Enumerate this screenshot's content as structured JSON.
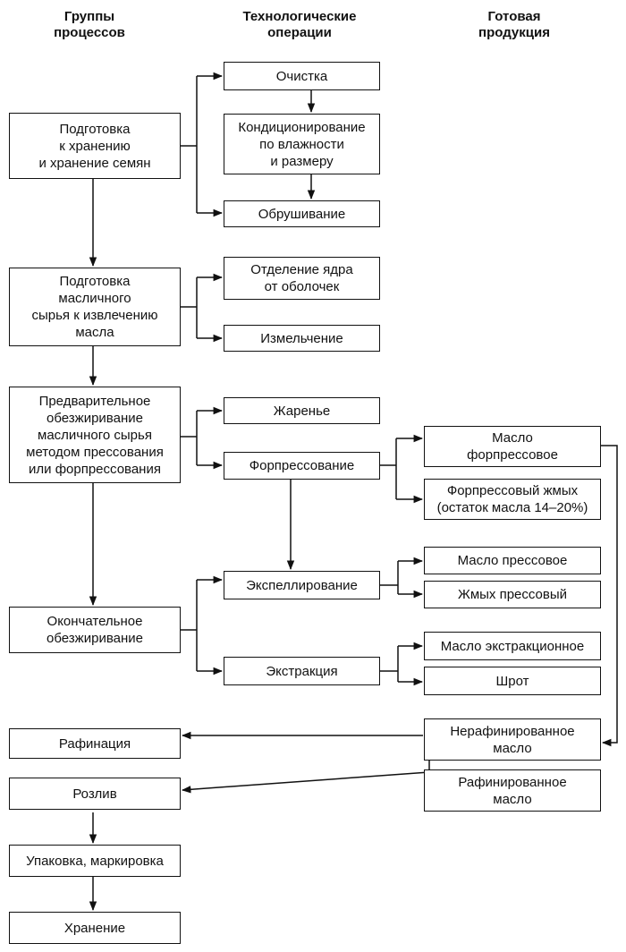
{
  "headers": {
    "groups": "Группы\nпроцессов",
    "operations": "Технологические\nоперации",
    "products": "Готовая\nпродукция"
  },
  "groups": [
    "Подготовка\nк хранению\nи хранение семян",
    "Подготовка\nмасличного\nсырья к извлечению\nмасла",
    "Предварительное\nобезжиривание\nмасличного сырья\nметодом прессования\nили форпрессования",
    "Окончательное\nобезжиривание",
    "Рафинация",
    "Розлив",
    "Упаковка, маркировка",
    "Хранение"
  ],
  "operations": [
    "Очистка",
    "Кондиционирование\nпо влажности\nи размеру",
    "Обрушивание",
    "Отделение ядра\nот оболочек",
    "Измельчение",
    "Жаренье",
    "Форпрессование",
    "Экспеллирование",
    "Экстракция"
  ],
  "products": [
    "Масло\nфорпрессовое",
    "Форпрессовый жмых\n(остаток масла 14–20%)",
    "Масло прессовое",
    "Жмых прессовый",
    "Масло экстракционное",
    "Шрот",
    "Нерафинированное\nмасло",
    "Рафинированное\nмасло"
  ]
}
